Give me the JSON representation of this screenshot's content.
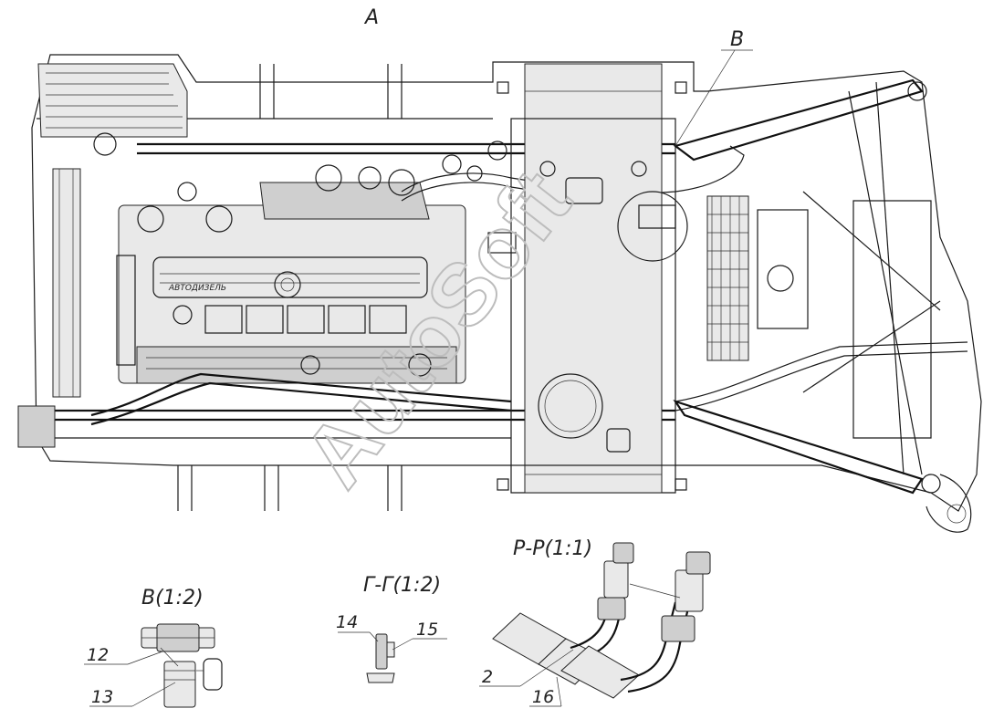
{
  "view_label": "А",
  "detail_marker": "В",
  "section_labels": {
    "detail_b": "В(1:2)",
    "section_g": "Г-Г(1:2)",
    "section_r": "Р-Р(1:1)"
  },
  "callouts": [
    "12",
    "13",
    "14",
    "15",
    "2",
    "16"
  ],
  "engine_brand_text": "АВТОДИЗЕЛЬ",
  "watermark": "AutoSoft"
}
